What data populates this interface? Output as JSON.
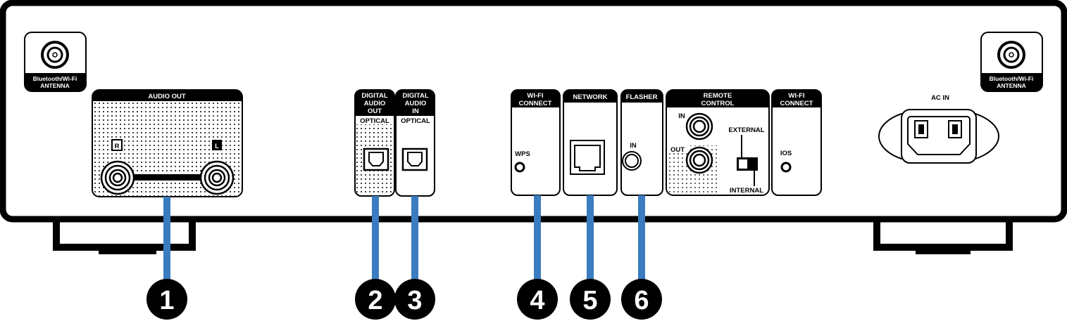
{
  "antenna_left": {
    "line1": "Bluetooth/Wi-Fi",
    "line2": "ANTENNA"
  },
  "antenna_right": {
    "line1": "Bluetooth/Wi-Fi",
    "line2": "ANTENNA"
  },
  "audio_out": {
    "title": "AUDIO OUT",
    "right": "R",
    "left": "L"
  },
  "digital_out": {
    "line1": "DIGITAL",
    "line2": "AUDIO",
    "line3": "OUT",
    "sub": "OPTICAL"
  },
  "digital_in": {
    "line1": "DIGITAL",
    "line2": "AUDIO",
    "line3": "IN",
    "sub": "OPTICAL"
  },
  "wifi_wps": {
    "line1": "WI-FI",
    "line2": "CONNECT",
    "button": "WPS"
  },
  "network": {
    "title": "NETWORK"
  },
  "flasher": {
    "title": "FLASHER",
    "jack": "IN"
  },
  "remote": {
    "line1": "REMOTE",
    "line2": "CONTROL",
    "in": "IN",
    "out": "OUT",
    "external": "EXTERNAL",
    "internal": "INTERNAL"
  },
  "wifi_ios": {
    "line1": "WI-FI",
    "line2": "CONNECT",
    "button": "IOS"
  },
  "ac_in": {
    "title": "AC IN"
  },
  "callouts": [
    "1",
    "2",
    "3",
    "4",
    "5",
    "6"
  ],
  "colors": {
    "callout_line": "#3a7cbf",
    "outline": "#000000"
  }
}
